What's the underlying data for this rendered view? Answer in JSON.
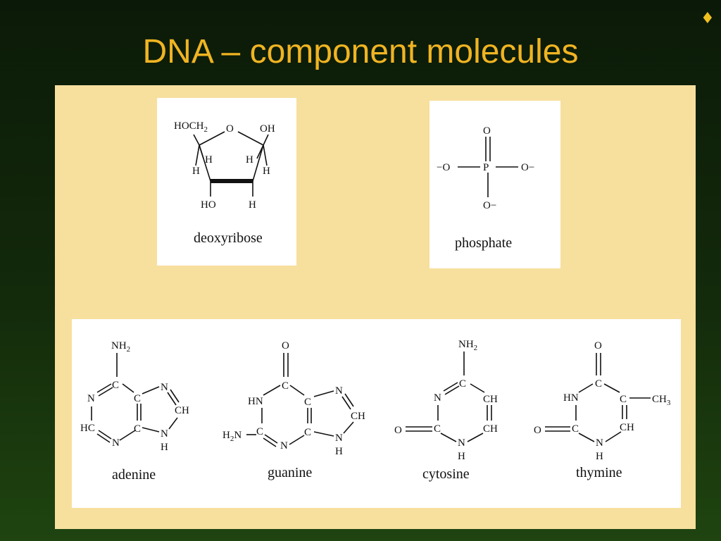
{
  "slide": {
    "bullet": "♦",
    "title": "DNA – component molecules"
  },
  "sugar": {
    "name": "deoxyribose",
    "atoms": {
      "hoch": "HOCH",
      "sub2": "2",
      "o": "O",
      "oh": "OH",
      "h_in_l": "H",
      "h_in_r": "H",
      "h_out_l": "H",
      "h_out_r": "H",
      "ho": "HO",
      "h_bot": "H"
    }
  },
  "phosphate": {
    "name": "phosphate",
    "atoms": {
      "o_top": "O",
      "o_left": "−O",
      "p": "P",
      "o_right": "O−",
      "o_bot": "O−"
    }
  },
  "bases": {
    "adenine": {
      "name": "adenine"
    },
    "guanine": {
      "name": "guanine"
    },
    "cytosine": {
      "name": "cytosine"
    },
    "thymine": {
      "name": "thymine"
    }
  }
}
